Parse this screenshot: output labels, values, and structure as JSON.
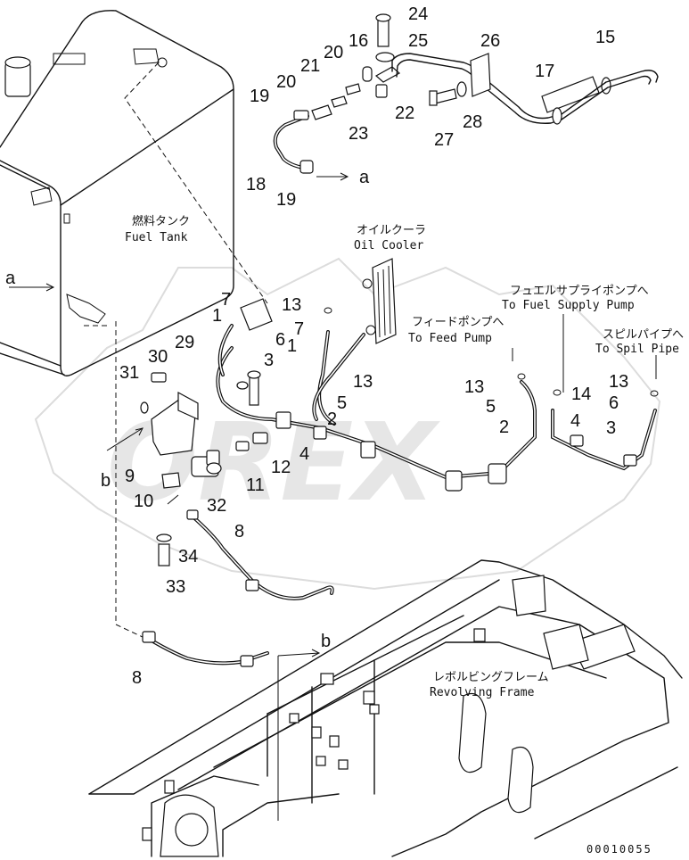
{
  "watermark": "OREX",
  "labels": {
    "fuel_tank_jp": "燃料タンク",
    "fuel_tank_en": "Fuel Tank",
    "oil_cooler_jp": "オイルクーラ",
    "oil_cooler_en": "Oil Cooler",
    "feed_pump_jp": "フィードポンプへ",
    "feed_pump_en": "To Feed Pump",
    "fuel_supply_jp": "フュエルサプライポンプへ",
    "fuel_supply_en": "To Fuel Supply Pump",
    "spill_pipe_jp": "スピルパイプへ",
    "spill_pipe_en": "To Spil Pipe",
    "revolving_jp": "レボルビングフレーム",
    "revolving_en": "Revolving Frame"
  },
  "refs": {
    "a1": "a",
    "a2": "a",
    "b1": "b",
    "b2": "b"
  },
  "drawing_code": "00010055",
  "callouts": [
    "24",
    "25",
    "16",
    "26",
    "15",
    "20",
    "21",
    "20",
    "17",
    "19",
    "22",
    "23",
    "27",
    "28",
    "18",
    "19",
    "7",
    "1",
    "13",
    "7",
    "1",
    "6",
    "3",
    "13",
    "2",
    "5",
    "13",
    "5",
    "14",
    "2",
    "4",
    "13",
    "6",
    "3",
    "29",
    "30",
    "31",
    "12",
    "11",
    "4",
    "9",
    "10",
    "32",
    "8",
    "34",
    "33",
    "8"
  ]
}
